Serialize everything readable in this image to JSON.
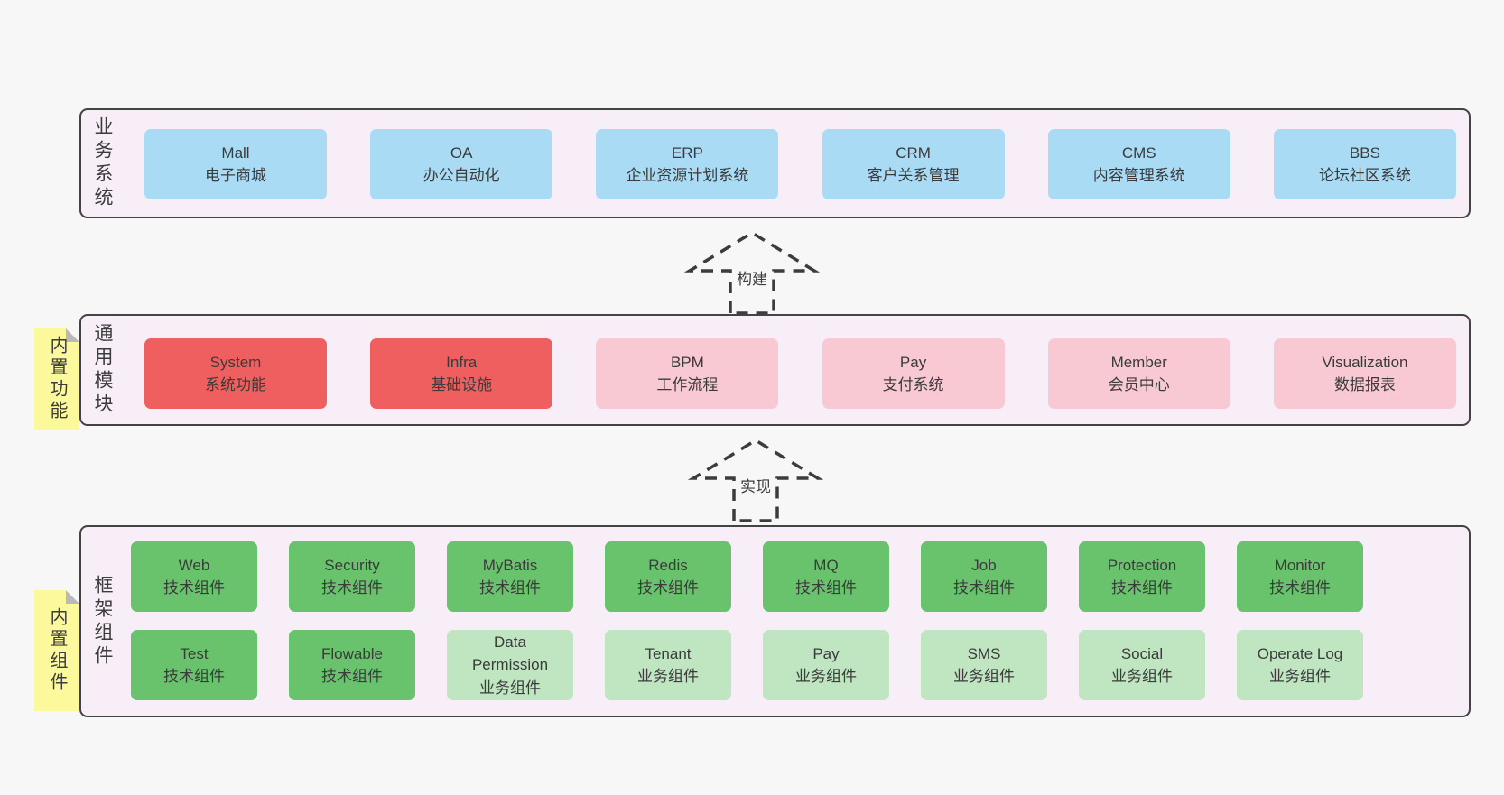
{
  "colors": {
    "page_bg": "#f7f7f7",
    "layer_bg": "#f8eef7",
    "layer_border": "#434343",
    "blue_box": "#a9dbf5",
    "red_box": "#f05f5f",
    "pink_box": "#f9c9d3",
    "green_box": "#69c36d",
    "light_green_box": "#bfe5c1",
    "sticky_yellow": "#fcf99d",
    "sticky_fold_gray": "#b9b9bc",
    "text": "#3b3b3b"
  },
  "arrows": {
    "build_label": "构建",
    "implement_label": "实现"
  },
  "layer_business": {
    "side_label": "业务系统",
    "boxes": [
      {
        "name": "Mall",
        "subtitle": "电子商城"
      },
      {
        "name": "OA",
        "subtitle": "办公自动化"
      },
      {
        "name": "ERP",
        "subtitle": "企业资源计划系统"
      },
      {
        "name": "CRM",
        "subtitle": "客户关系管理"
      },
      {
        "name": "CMS",
        "subtitle": "内容管理系统"
      },
      {
        "name": "BBS",
        "subtitle": "论坛社区系统"
      }
    ]
  },
  "layer_modules": {
    "side_label": "通用模块",
    "tag": "内置功能",
    "boxes": [
      {
        "name": "System",
        "subtitle": "系统功能"
      },
      {
        "name": "Infra",
        "subtitle": "基础设施"
      },
      {
        "name": "BPM",
        "subtitle": "工作流程"
      },
      {
        "name": "Pay",
        "subtitle": "支付系统"
      },
      {
        "name": "Member",
        "subtitle": "会员中心"
      },
      {
        "name": "Visualization",
        "subtitle": "数据报表"
      }
    ]
  },
  "layer_components": {
    "side_label": "框架组件",
    "tag": "内置组件",
    "row1": [
      {
        "name": "Web",
        "subtitle": "技术组件"
      },
      {
        "name": "Security",
        "subtitle": "技术组件"
      },
      {
        "name": "MyBatis",
        "subtitle": "技术组件"
      },
      {
        "name": "Redis",
        "subtitle": "技术组件"
      },
      {
        "name": "MQ",
        "subtitle": "技术组件"
      },
      {
        "name": "Job",
        "subtitle": "技术组件"
      },
      {
        "name": "Protection",
        "subtitle": "技术组件"
      },
      {
        "name": "Monitor",
        "subtitle": "技术组件"
      }
    ],
    "row2": [
      {
        "name": "Test",
        "subtitle": "技术组件"
      },
      {
        "name": "Flowable",
        "subtitle": "技术组件"
      },
      {
        "name": "Data\nPermission",
        "subtitle": "业务组件"
      },
      {
        "name": "Tenant",
        "subtitle": "业务组件"
      },
      {
        "name": "Pay",
        "subtitle": "业务组件"
      },
      {
        "name": "SMS",
        "subtitle": "业务组件"
      },
      {
        "name": "Social",
        "subtitle": "业务组件"
      },
      {
        "name": "Operate Log",
        "subtitle": "业务组件"
      }
    ]
  }
}
